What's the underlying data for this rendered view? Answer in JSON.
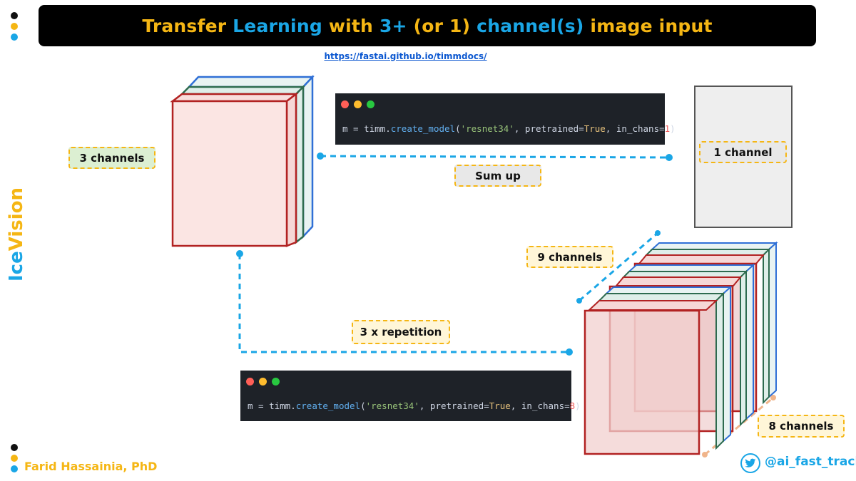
{
  "title": {
    "segments": [
      {
        "text": "Transfer ",
        "color": "#f5b614"
      },
      {
        "text": "Learning",
        "color": "#1aa6e6"
      },
      {
        "text": " with ",
        "color": "#f5b614"
      },
      {
        "text": "3+",
        "color": "#1aa6e6"
      },
      {
        "text": " (or 1) ",
        "color": "#f5b614"
      },
      {
        "text": "channel(s)",
        "color": "#1aa6e6"
      },
      {
        "text": " image input",
        "color": "#f5b614"
      }
    ]
  },
  "url": "https://fastai.github.io/timmdocs/",
  "labels": {
    "three_channels": "3 channels",
    "one_channel": "1 channel",
    "sum_up": "Sum up",
    "nine_channels": "9 channels",
    "repetition": "3 x repetition",
    "eight_channels": "8 channels"
  },
  "code_top": {
    "var": "m",
    "op": " = ",
    "module": "timm.",
    "fn": "create_model",
    "open": "(",
    "arg1": "'resnet34'",
    "sep1": ", ",
    "kw1": "pretrained",
    "eq1": "=",
    "val1": "True",
    "sep2": ", ",
    "kw2": "in_chans",
    "eq2": "=",
    "val2": "1",
    "close": ")"
  },
  "code_bottom": {
    "var": "m",
    "op": " = ",
    "module": "timm.",
    "fn": "create_model",
    "open": "(",
    "arg1": "'resnet34'",
    "sep1": ", ",
    "kw1": "pretrained",
    "eq1": "=",
    "val1": "True",
    "sep2": ", ",
    "kw2": "in_chans",
    "eq2": "=",
    "val2": "8",
    "close": ")"
  },
  "brand": {
    "part1": "Ice",
    "part2": "Vision",
    "color1": "#f5b614",
    "color2": "#1aa6e6"
  },
  "author": "Farid Hassainia, PhD",
  "handle": "@ai_fast_track",
  "icons": [
    "twitter-icon",
    "window-dots-icon"
  ],
  "colors": {
    "accent_yellow": "#f5b614",
    "accent_blue": "#1aa6e6",
    "red_channel": "#b22222",
    "green_channel": "#2e6b4f",
    "blue_channel": "#2f6fd6",
    "tag_green_fill": "#dcefd2",
    "tag_yellow_fill": "#fff6d8",
    "tag_gray_fill": "#e8e8e8"
  }
}
